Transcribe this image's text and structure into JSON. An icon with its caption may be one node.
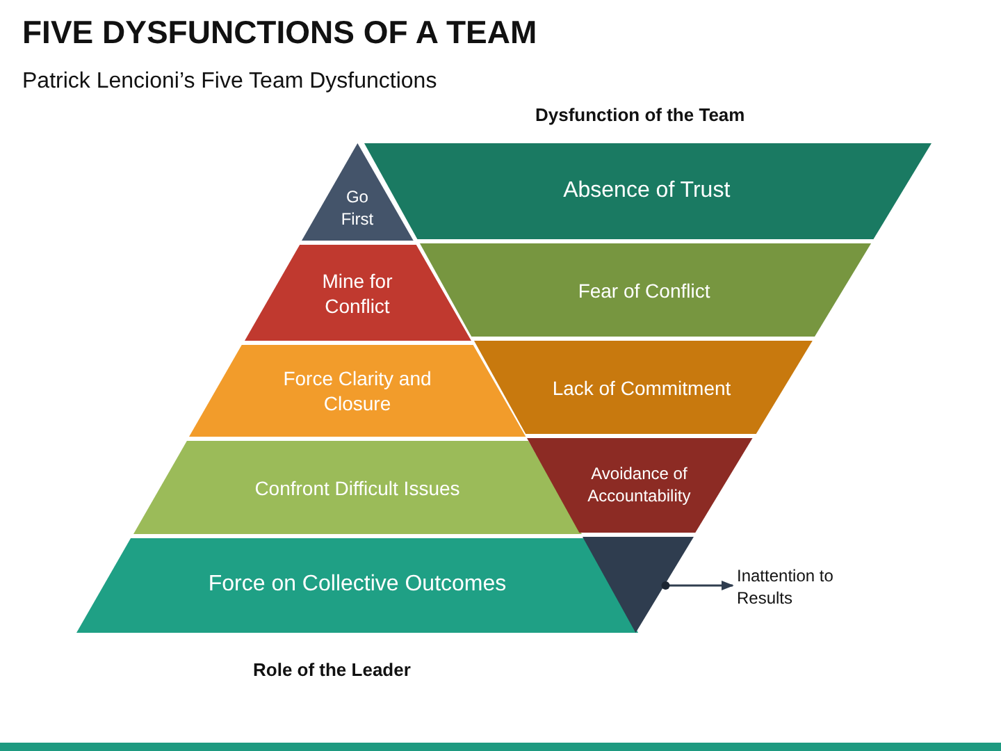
{
  "diagram": {
    "title": "FIVE DYSFUNCTIONS OF A TEAM",
    "nodes": [
      {
        "text": [
          "Go First"
        ]
      },
      {
        "text": [
          "Mine for Conflict"
        ]
      },
      {
        "text": [
          "Force Clarity and Closure"
        ]
      },
      {
        "text": [
          "Confront Difficult Issues"
        ]
      },
      {
        "text": [
          "Force on Collective Outcomes"
        ]
      },
      {
        "text": [
          "Absence of Trust"
        ]
      },
      {
        "text": [
          "Fear of Conflict"
        ]
      },
      {
        "text": [
          "Lack of Commitment"
        ]
      },
      {
        "text": [
          "Avoidance of Accountability"
        ]
      },
      {
        "text": [],
        "shape": "triangle"
      },
      {
        "text": [
          "Inattention to Results"
        ]
      }
    ],
    "edges": [
      {
        "from": 9,
        "to": 10,
        "arrow": "to"
      }
    ],
    "labels": [
      "Patrick Lencioni’s Five Team Dysfunctions",
      "Dysfunction of the Team",
      "Role of the Leader"
    ]
  }
}
